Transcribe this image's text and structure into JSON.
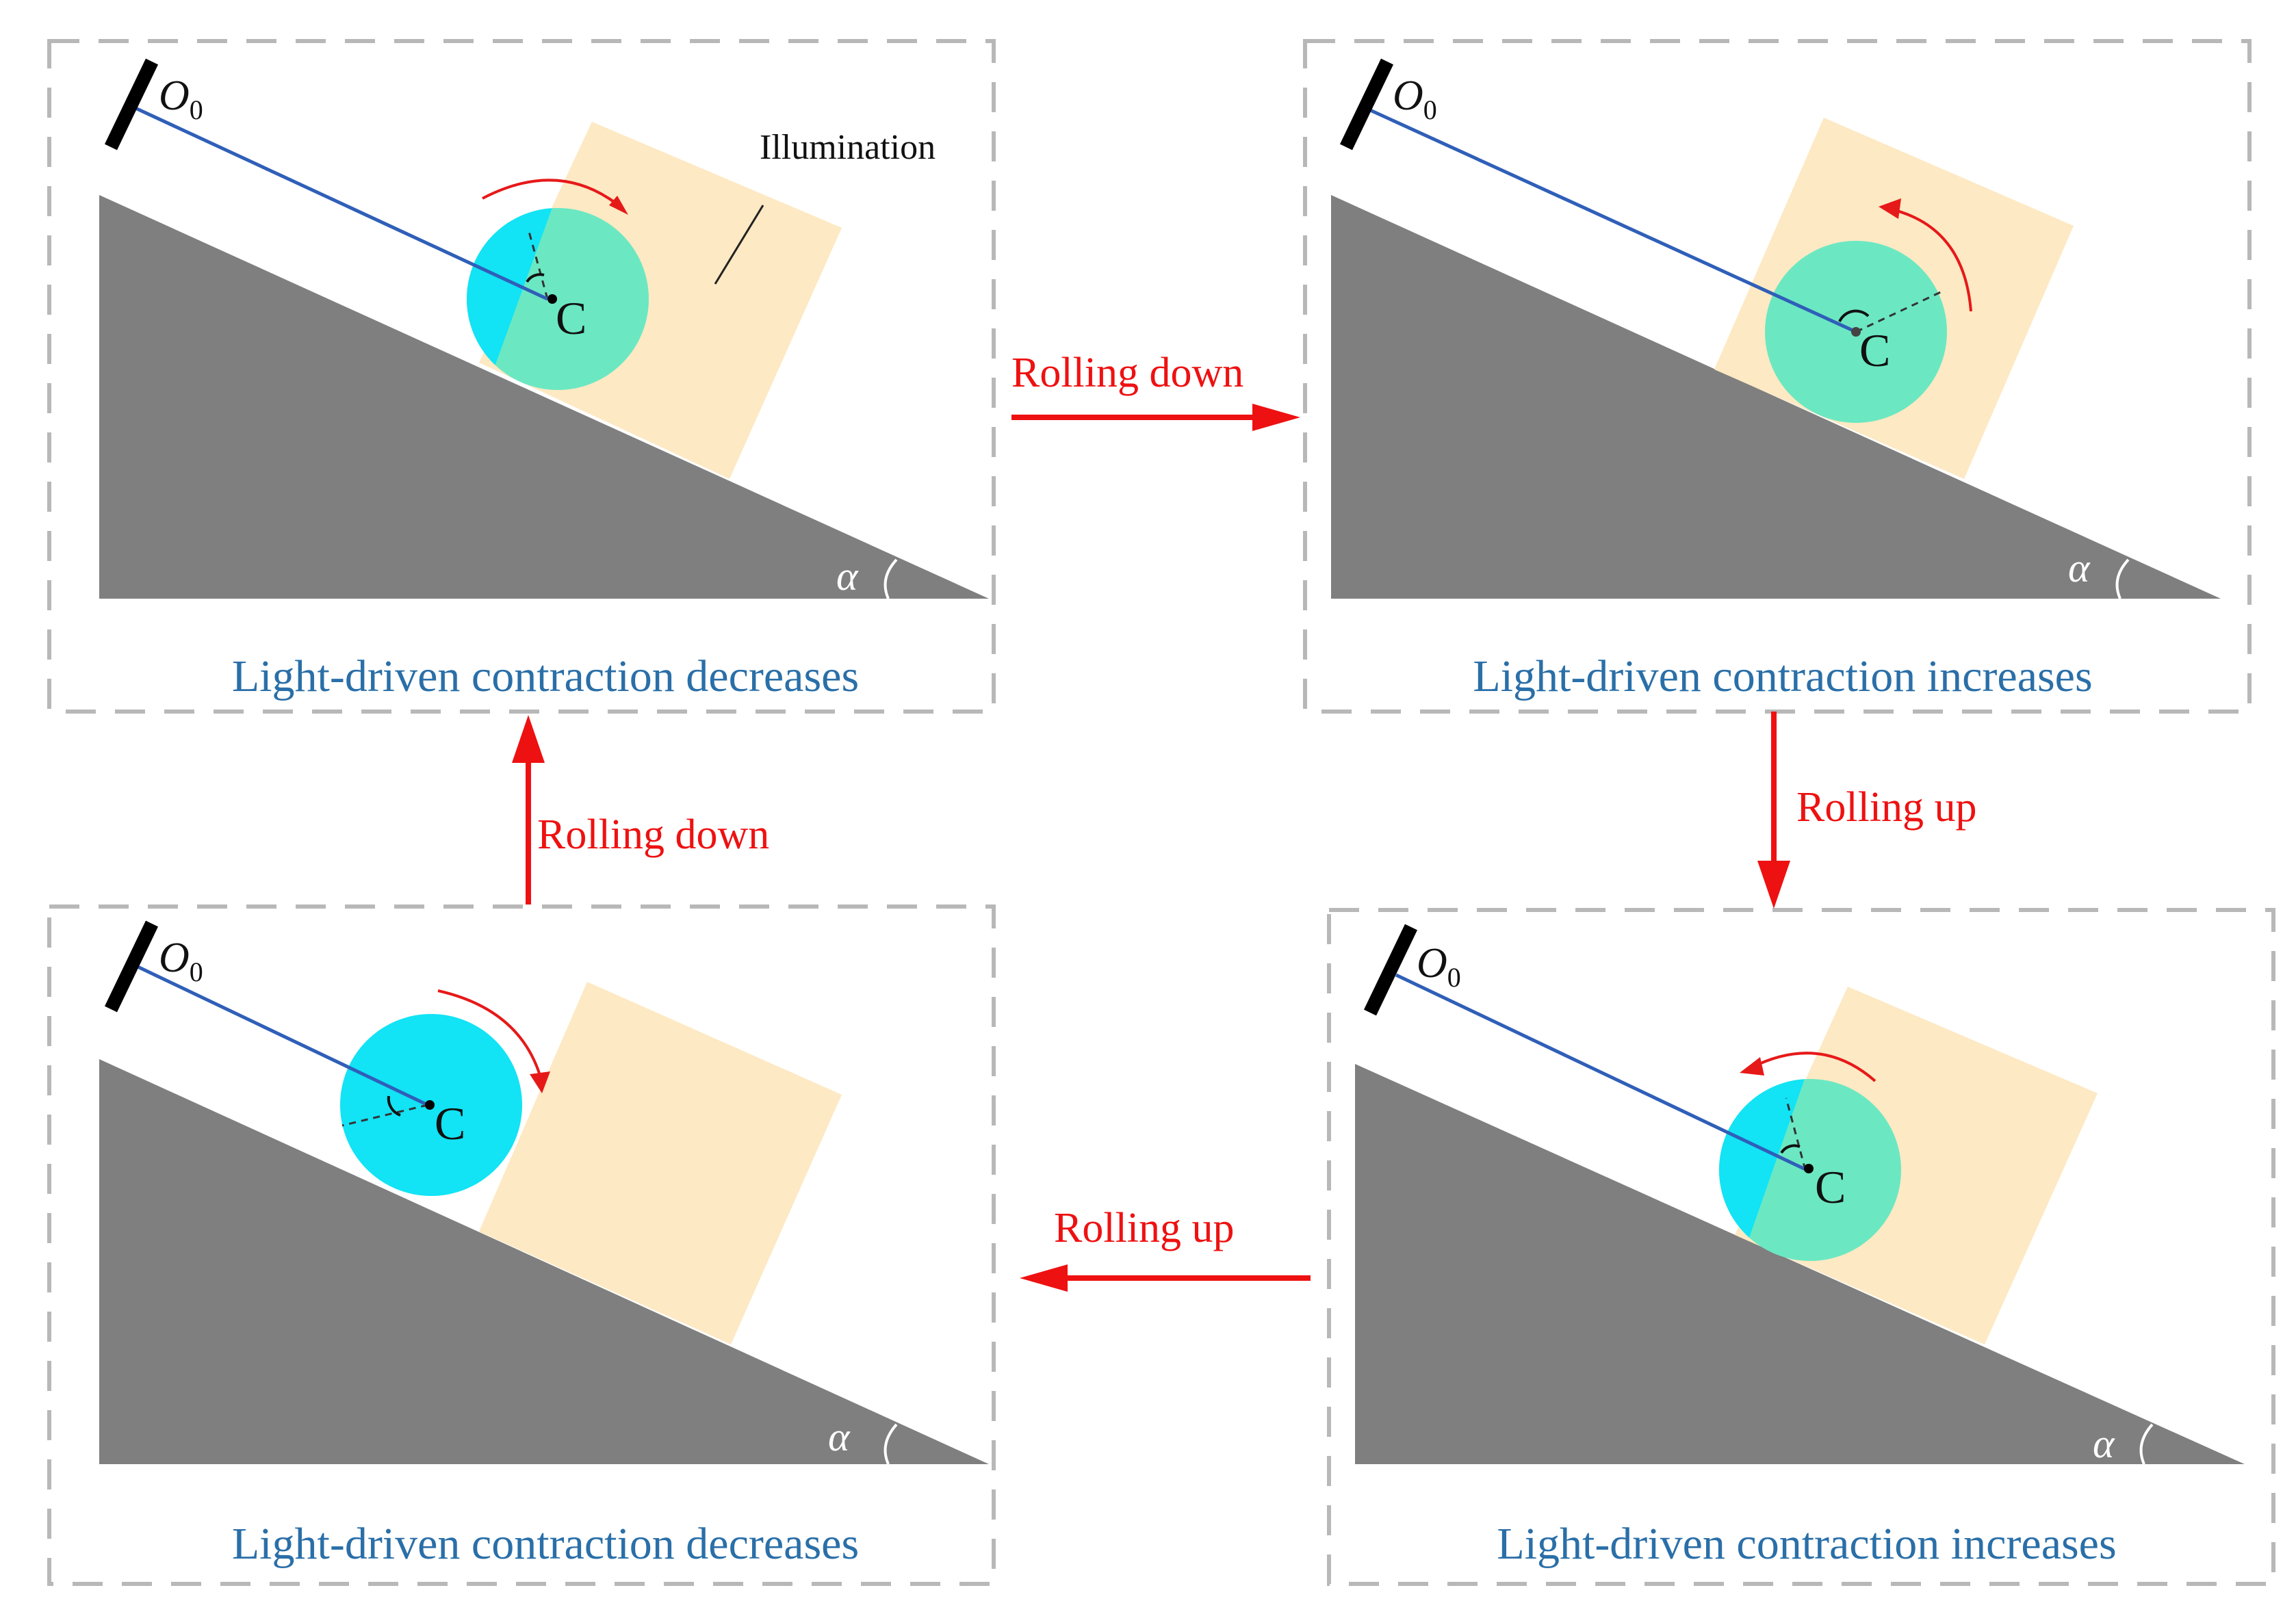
{
  "colors": {
    "panel_border": "#b8b8b8",
    "incline": "#7f7f7f",
    "illumination": "#fde9c3",
    "ball_dark": "#12e3f5",
    "ball_light": "#6be8c2",
    "fiber": "#2f5fb8",
    "caption": "#2a6fa8",
    "arrow": "#ee1111"
  },
  "labels": {
    "fixed_point_base": "O",
    "fixed_point_subscript": "0",
    "center_point": "C",
    "incline_angle": "α",
    "illumination": "Illumination"
  },
  "panels": [
    {
      "id": "top-left",
      "caption": "Light-driven contraction decreases"
    },
    {
      "id": "top-right",
      "caption": "Light-driven contraction increases"
    },
    {
      "id": "bottom-right",
      "caption": "Light-driven contraction increases"
    },
    {
      "id": "bottom-left",
      "caption": "Light-driven contraction decreases"
    }
  ],
  "transitions": [
    {
      "from": "top-left",
      "to": "top-right",
      "label": "Rolling down"
    },
    {
      "from": "top-right",
      "to": "bottom-right",
      "label": "Rolling up"
    },
    {
      "from": "bottom-right",
      "to": "bottom-left",
      "label": "Rolling up"
    },
    {
      "from": "bottom-left",
      "to": "top-left",
      "label": "Rolling down"
    }
  ]
}
